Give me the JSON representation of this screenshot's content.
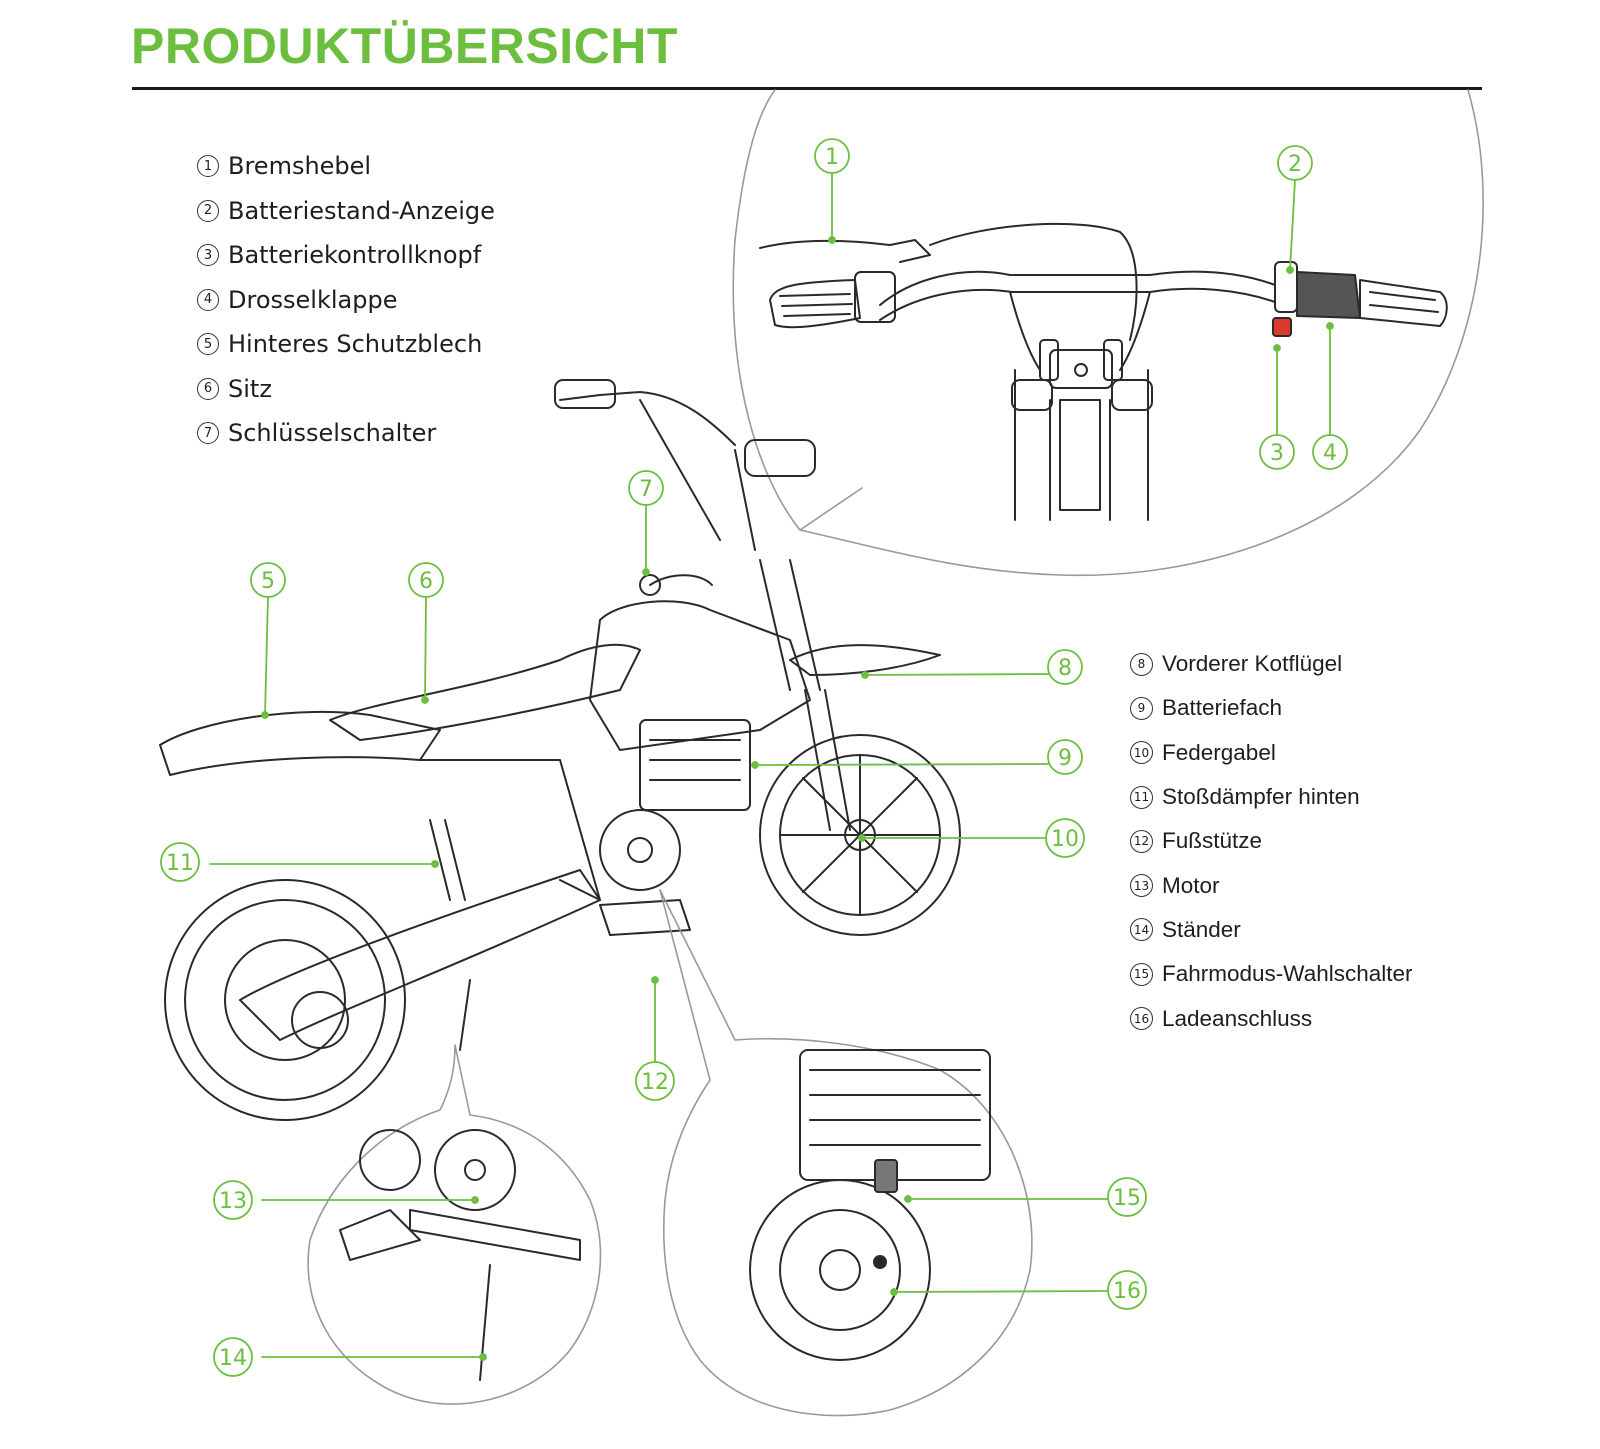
{
  "title": "PRODUKTÜBERSICHT",
  "colors": {
    "accent": "#6cbf3e",
    "line": "#2a2a2a",
    "rule": "#1a1a1a"
  },
  "legend_left": [
    {
      "n": "1",
      "label": "Bremshebel"
    },
    {
      "n": "2",
      "label": "Batteriestand-Anzeige"
    },
    {
      "n": "3",
      "label": "Batteriekontrollknopf"
    },
    {
      "n": "4",
      "label": "Drosselklappe"
    },
    {
      "n": "5",
      "label": "Hinteres Schutzblech"
    },
    {
      "n": "6",
      "label": "Sitz"
    },
    {
      "n": "7",
      "label": "Schlüsselschalter"
    }
  ],
  "legend_right": [
    {
      "n": "8",
      "label": "Vorderer Kotflügel"
    },
    {
      "n": "9",
      "label": "Batteriefach"
    },
    {
      "n": "10",
      "label": "Federgabel"
    },
    {
      "n": "11",
      "label": "Stoßdämpfer hinten"
    },
    {
      "n": "12",
      "label": "Fußstütze"
    },
    {
      "n": "13",
      "label": "Motor"
    },
    {
      "n": "14",
      "label": "Ständer"
    },
    {
      "n": "15",
      "label": "Fahrmodus-Wahlschalter"
    },
    {
      "n": "16",
      "label": "Ladeanschluss"
    }
  ],
  "callouts": [
    "1",
    "2",
    "3",
    "4",
    "5",
    "6",
    "7",
    "8",
    "9",
    "10",
    "11",
    "12",
    "13",
    "14",
    "15",
    "16"
  ]
}
